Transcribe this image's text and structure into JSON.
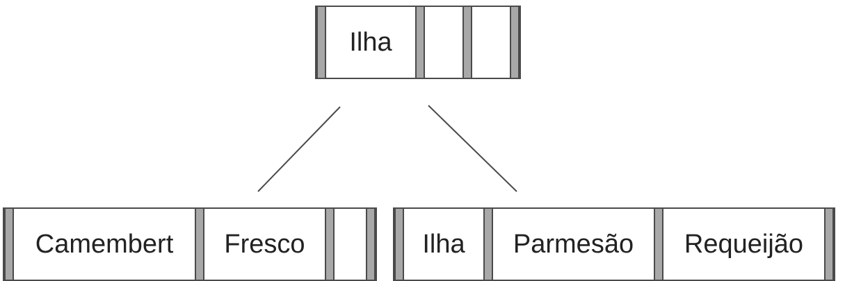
{
  "root": {
    "keys": [
      "Ilha",
      "",
      ""
    ]
  },
  "left_leaf": {
    "keys": [
      "Camembert",
      "Fresco",
      ""
    ]
  },
  "right_leaf": {
    "keys": [
      "Ilha",
      "Parmesão",
      "Requeijão"
    ]
  },
  "colors": {
    "pointer": "#a8a8a8",
    "border": "#4a4a4a",
    "edge": "#4a4a4a",
    "text": "#222222"
  }
}
